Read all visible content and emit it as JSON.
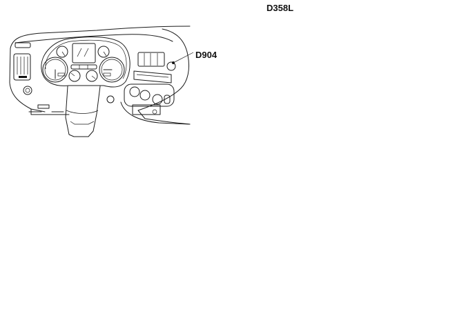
{
  "diagram": {
    "labels": {
      "dashboard_connector": "D904",
      "fusebox_connector": "D358L"
    },
    "views": [
      {
        "id": "dashboard-detail",
        "description_text": ""
      },
      {
        "id": "fuse-box-detail",
        "description_text": ""
      },
      {
        "id": "cab-overview",
        "description_text": ""
      }
    ],
    "colors": {
      "line": "#1a1a1a",
      "arrow": "#111111",
      "background": "#ffffff"
    }
  }
}
